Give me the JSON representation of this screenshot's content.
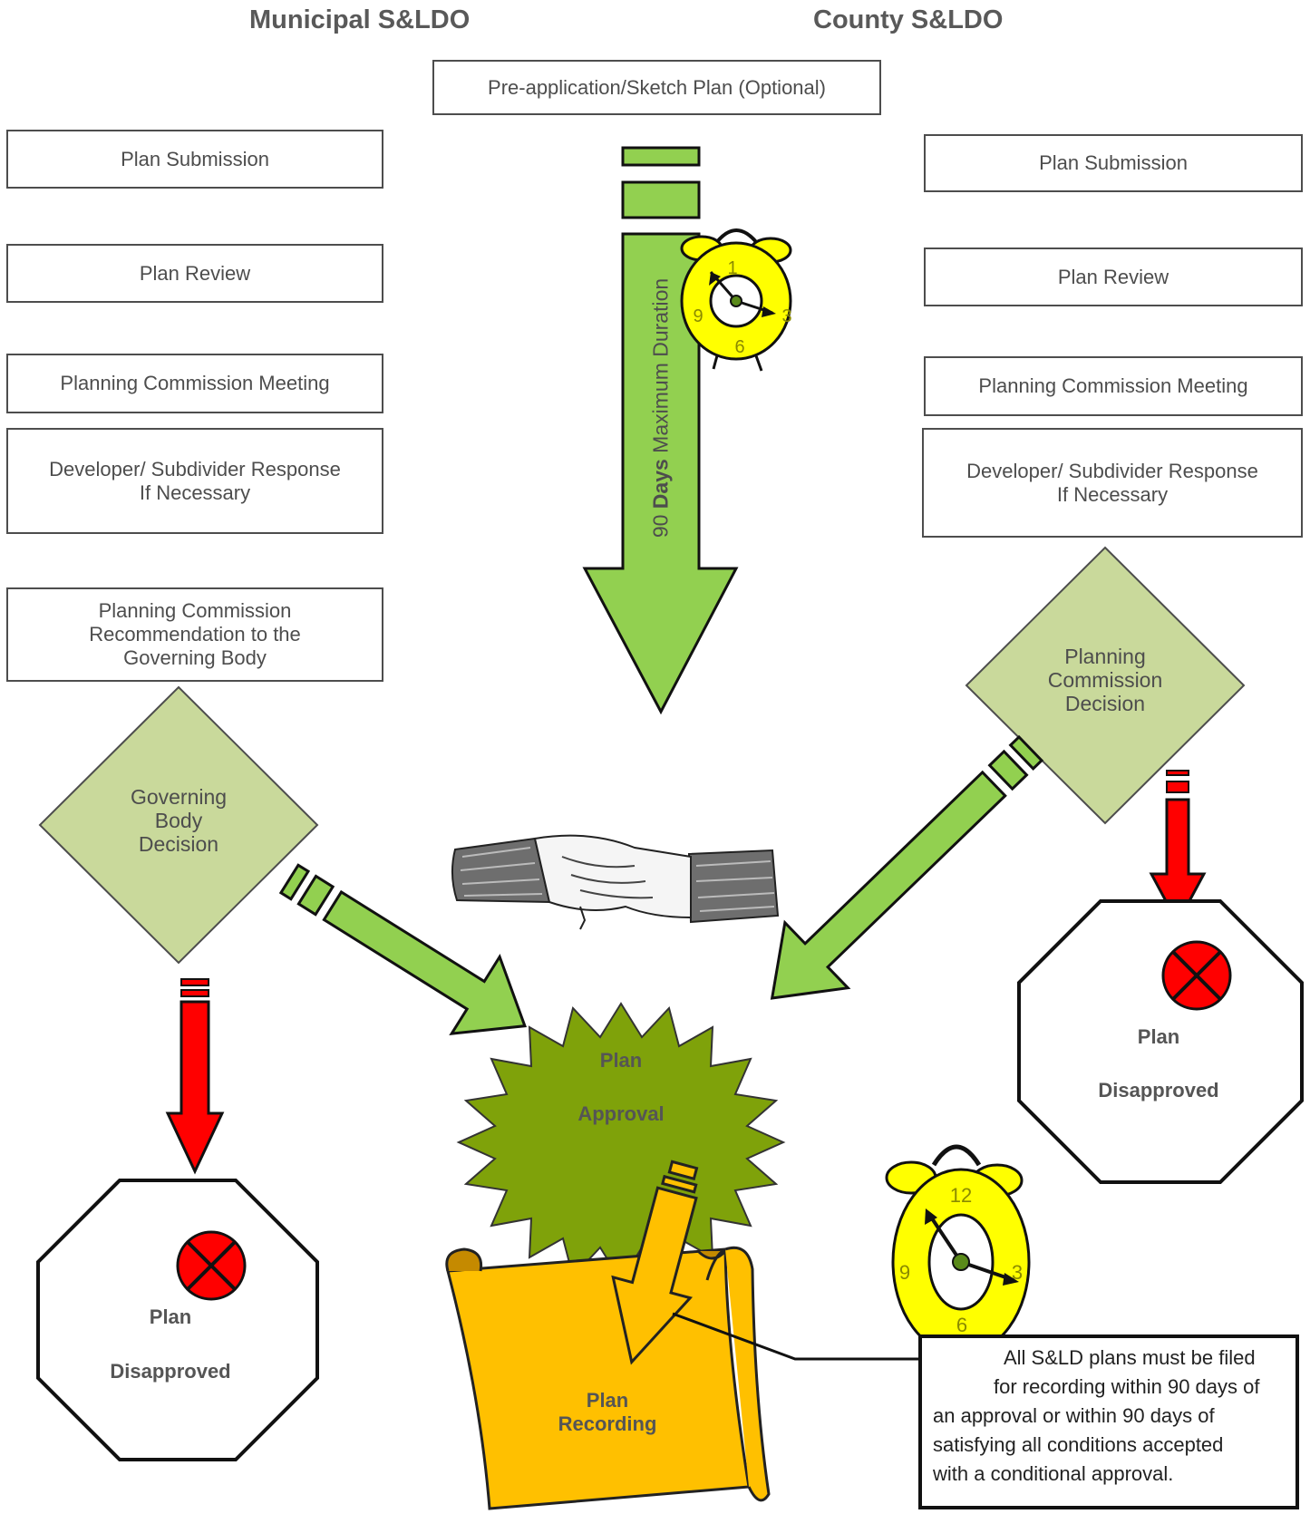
{
  "headings": {
    "municipal": "Municipal S&LDO",
    "county": "County S&LDO"
  },
  "preapp": "Pre-application/Sketch Plan  (Optional)",
  "municipal": {
    "submission": "Plan Submission",
    "review": "Plan Review",
    "meeting": "Planning Commission Meeting",
    "response": "Developer/ Subdivider Response\nIf Necessary",
    "recommendation": "Planning Commission\nRecommendation to the\nGoverning Body",
    "decision": "Governing\nBody\nDecision",
    "disapproved_line1": "Plan",
    "disapproved_line2": "Disapproved"
  },
  "county": {
    "submission": "Plan Submission",
    "review": "Plan Review",
    "meeting": "Planning Commission Meeting",
    "response": "Developer/ Subdivider Response\nIf Necessary",
    "decision": "Planning\nCommission\nDecision",
    "disapproved_line1": "Plan",
    "disapproved_line2": "Disapproved"
  },
  "duration": {
    "number": "90",
    "days": "Days",
    "rest": "Maximum Duration"
  },
  "clock_small": {
    "n1": "1",
    "n3": "3",
    "n6": "6",
    "n9": "9"
  },
  "clock_large": {
    "n12": "12",
    "n3": "3",
    "n6": "6",
    "n9": "9"
  },
  "approval": {
    "line1": "Plan",
    "line2": "Approval"
  },
  "recording": {
    "line1": "Plan",
    "line2": "Recording"
  },
  "note_lines": [
    "All S&LD plans must be filed",
    "for recording within 90 days of",
    "an approval or within 90 days  of",
    "satisfying all conditions accepted",
    "with a conditional  approval."
  ],
  "colors": {
    "green_arrow": "#92d050",
    "diamond": "#c9d99b",
    "starburst": "#7fa20a",
    "red_arrow": "#ff0000",
    "clock_yellow": "#ffff00",
    "scroll": "#ffc000"
  }
}
